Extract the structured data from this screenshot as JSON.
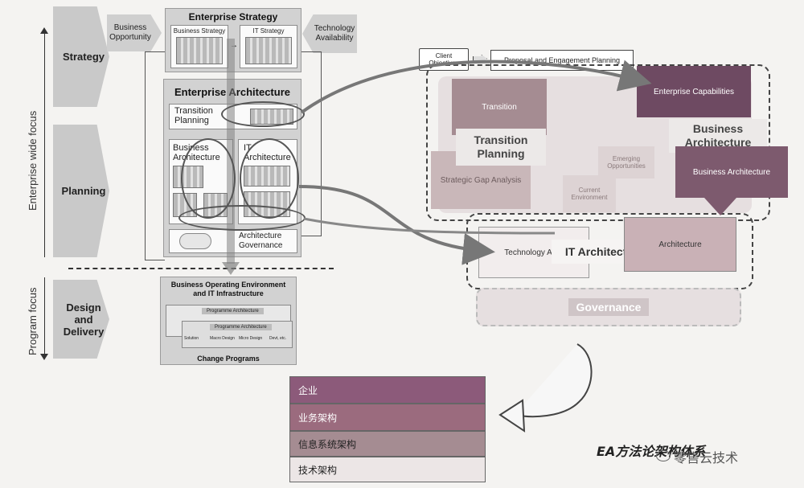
{
  "left": {
    "axis": {
      "enterprise": "Enterprise wide focus",
      "program": "Program focus"
    },
    "stages": [
      "Strategy",
      "Planning",
      "Design and Delivery"
    ],
    "strategy_panel": {
      "title": "Enterprise Strategy",
      "business": "Business Strategy",
      "it": "IT Strategy"
    },
    "business_opportunity": "Business Opportunity",
    "technology_availability": "Technology Availability",
    "ea_panel": {
      "title": "Enterprise Architecture",
      "transition": "Transition Planning",
      "business_arch": "Business Architecture",
      "it_arch": "IT Architecture",
      "governance": "Architecture Governance"
    },
    "boe_panel": {
      "title": "Business Operating Environment and IT Infrastructure",
      "programme_label": "Programme Architecture",
      "stages": [
        "Solution",
        "Macro Design",
        "Micro Design",
        "Devt, etc."
      ],
      "footer": "Change Programs"
    }
  },
  "right": {
    "client_objectives": "Client Objectives",
    "proposal": "Proposal and Engagement Planning",
    "transition": "Transition",
    "transition_planning": "Transition Planning",
    "strategic_gap": "Strategic Gap Analysis",
    "emerging": "Emerging Opportunities",
    "current_env": "Current Environment",
    "enterprise_capabilities": "Enterprise Capabilities",
    "business_architecture_big": "Business Architecture",
    "business_architecture": "Business Architecture",
    "technology": "Technology Arch",
    "it_architecture": "IT Architecture",
    "architecture": "Architecture",
    "governance": "Governance"
  },
  "table": {
    "rows": [
      {
        "label": "企业",
        "color": "#8c5a7a"
      },
      {
        "label": "业务架构",
        "color": "#9b6b7e"
      },
      {
        "label": "信息系统架构",
        "color": "#a58c92"
      },
      {
        "label": "技术架构",
        "color": "#ece6e6"
      }
    ]
  },
  "caption": "EA方法论架构体系",
  "watermark": "零售云技术"
}
